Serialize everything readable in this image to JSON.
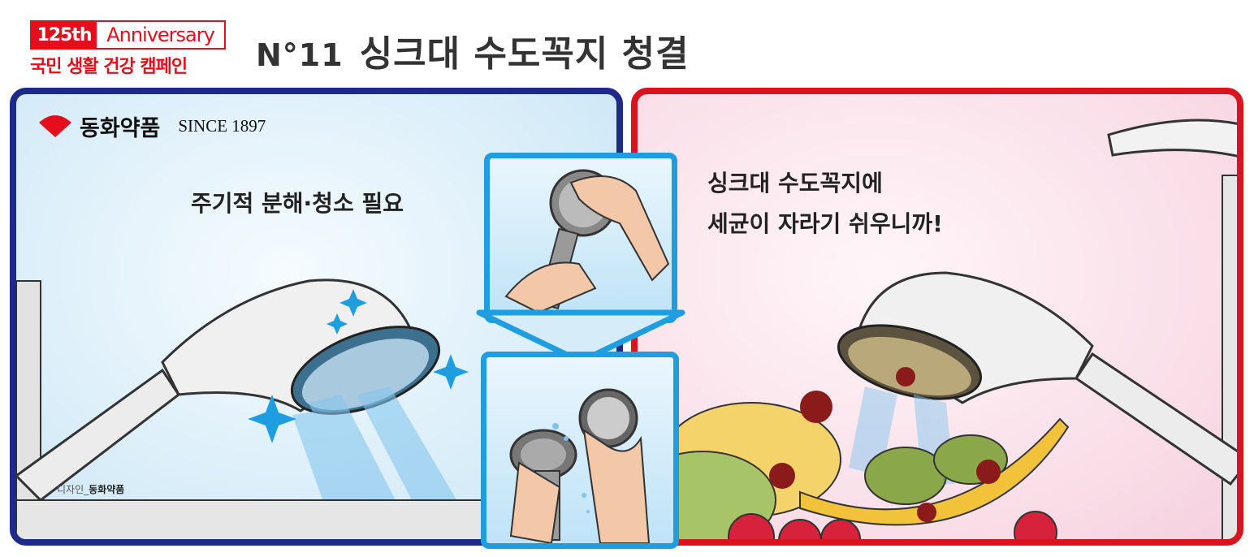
{
  "header": {
    "badge_number": "125th",
    "badge_text": "Anniversary",
    "campaign": "국민 생활 건강 캠페인",
    "episode": "N°11",
    "title": "싱크대 수도꼭지 청결"
  },
  "left_panel": {
    "brand": "동화약품",
    "brand_since": "SINCE 1897",
    "caption": "주기적 분해·청소 필요",
    "credit_prefix": "디자인_",
    "credit_name": "동화약품"
  },
  "right_panel": {
    "caption_line1": "싱크대 수도꼭지에",
    "caption_line2": "세균이 자라기 쉬우니까!"
  },
  "colors": {
    "brand_red": "#e50e1c",
    "left_border": "#1e2a8a",
    "right_border": "#d9141f",
    "center_border": "#1e9ee0"
  }
}
